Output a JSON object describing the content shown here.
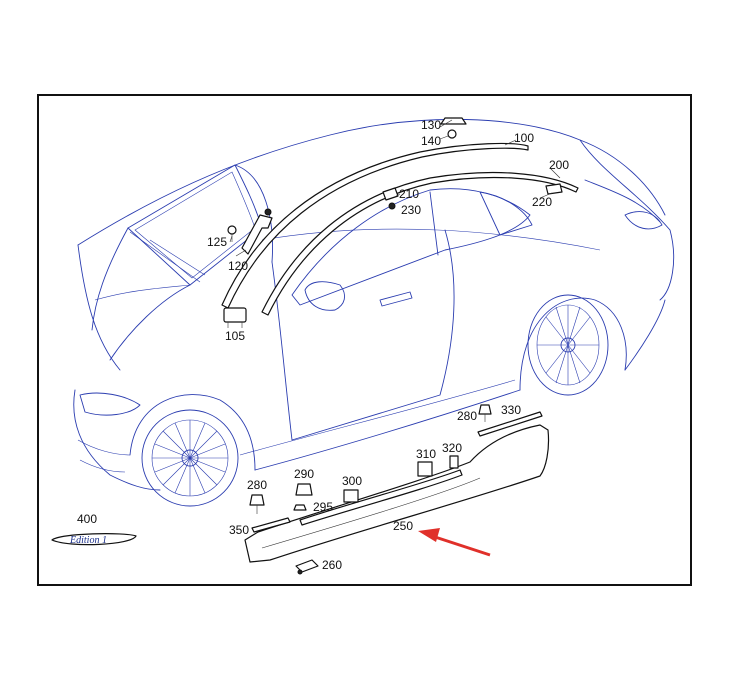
{
  "arrow_color": "#e0302a",
  "line_color": "#2b3db0",
  "badge": {
    "text": "Edition 1"
  },
  "callouts": [
    {
      "id": "130",
      "label": "130"
    },
    {
      "id": "140",
      "label": "140"
    },
    {
      "id": "100",
      "label": "100"
    },
    {
      "id": "200",
      "label": "200"
    },
    {
      "id": "220",
      "label": "220"
    },
    {
      "id": "210",
      "label": "210"
    },
    {
      "id": "230",
      "label": "230"
    },
    {
      "id": "125",
      "label": "125"
    },
    {
      "id": "120",
      "label": "120"
    },
    {
      "id": "105",
      "label": "105"
    },
    {
      "id": "280a",
      "label": "280"
    },
    {
      "id": "330",
      "label": "330"
    },
    {
      "id": "310",
      "label": "310"
    },
    {
      "id": "320",
      "label": "320"
    },
    {
      "id": "280b",
      "label": "280"
    },
    {
      "id": "290",
      "label": "290"
    },
    {
      "id": "300",
      "label": "300"
    },
    {
      "id": "295",
      "label": "295"
    },
    {
      "id": "400",
      "label": "400"
    },
    {
      "id": "350",
      "label": "350"
    },
    {
      "id": "250",
      "label": "250"
    },
    {
      "id": "260",
      "label": "260"
    }
  ]
}
